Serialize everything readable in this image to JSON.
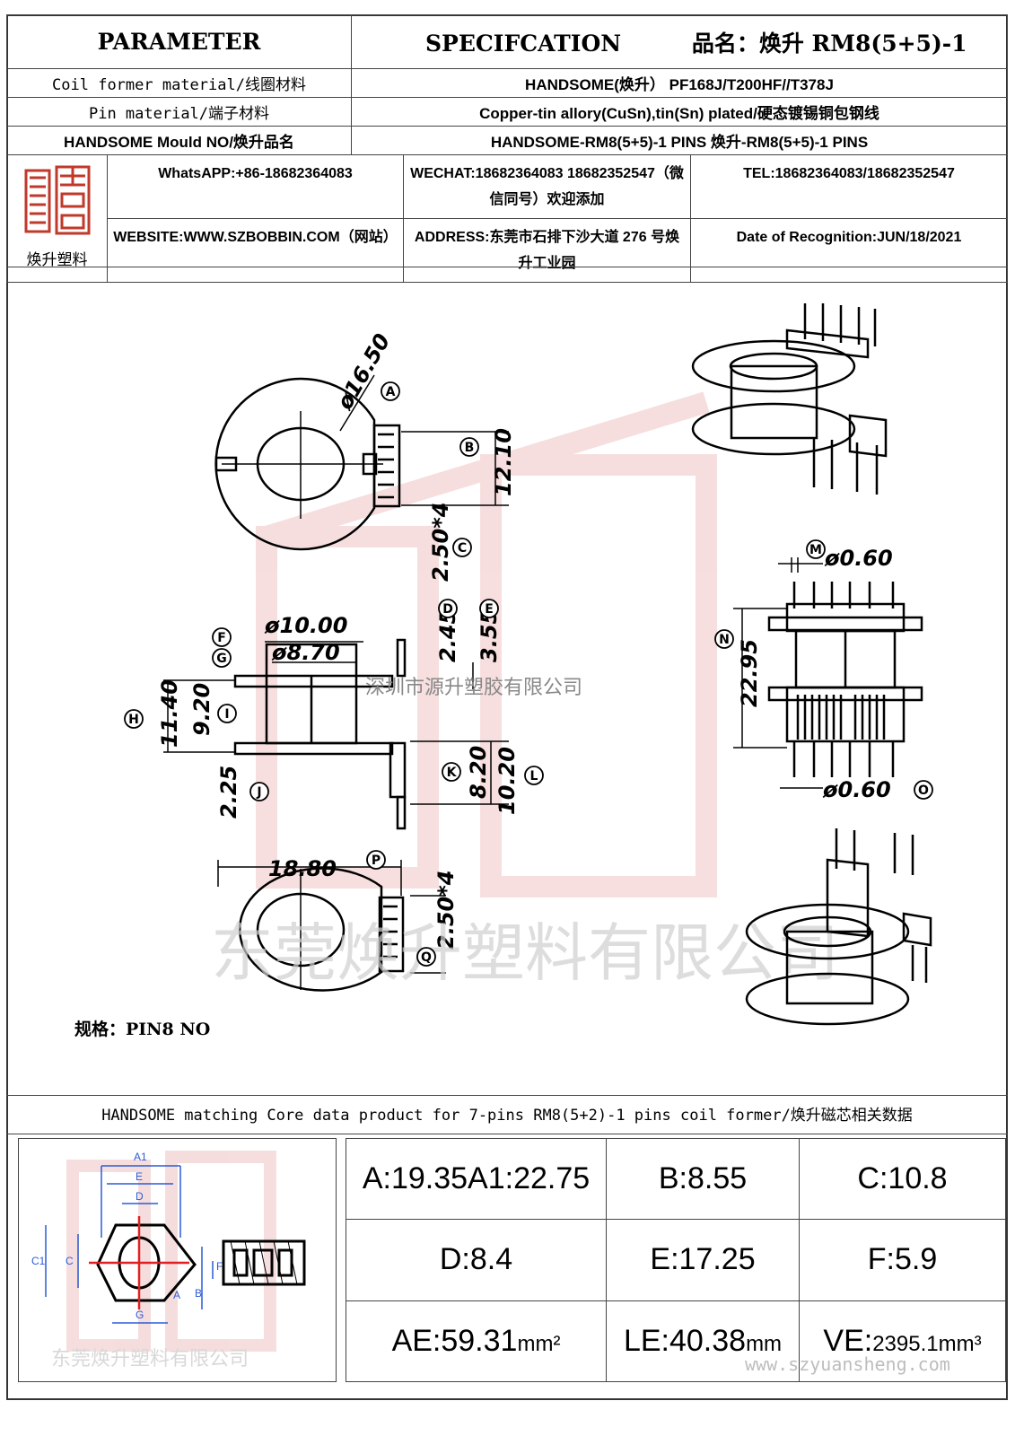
{
  "header": {
    "parameter": "PARAMETER",
    "specification": "SPECIFCATION",
    "product_name": "品名：焕升 RM8(5+5)-1"
  },
  "rows": [
    {
      "label": "Coil former material/线圈材料",
      "value": "HANDSOME(焕升）   PF168J/T200HF//T378J"
    },
    {
      "label": "Pin material/端子材料",
      "value": "Copper-tin allory(CuSn),tin(Sn) plated/硬态镀锡铜包钢线"
    },
    {
      "label": "HANDSOME Mould NO/焕升品名",
      "value": "HANDSOME-RM8(5+5)-1 PINS    焕升-RM8(5+5)-1 PINS"
    }
  ],
  "logo_caption": "焕升塑料",
  "contact": {
    "whatsapp": "WhatsAPP:+86-18682364083",
    "wechat": "WECHAT:18682364083 18682352547（微信同号）欢迎添加",
    "tel": "TEL:18682364083/18682352547",
    "website": "WEBSITE:WWW.SZBOBBIN.COM（网站）",
    "address": "ADDRESS:东莞市石排下沙大道 276 号焕升工业园",
    "date": "Date of Recognition:JUN/18/2021"
  },
  "drawing": {
    "dims": {
      "A": "ø16.50",
      "B": "12.10",
      "C": "2.50*4",
      "D": "2.45",
      "E": "3.55",
      "F": "ø10.00",
      "G": "ø8.70",
      "H": "11.40",
      "I": "9.20",
      "J": "2.25",
      "K": "8.20",
      "L": "10.20",
      "M": "ø0.60",
      "N": "22.95",
      "O": "ø0.60",
      "P": "18.80",
      "Q": "2.50*4"
    },
    "markers": [
      "A",
      "B",
      "C",
      "D",
      "E",
      "F",
      "G",
      "H",
      "I",
      "J",
      "K",
      "L",
      "M",
      "N",
      "O",
      "P",
      "Q"
    ],
    "spec_label": "规格：PIN8 NO",
    "watermark_small": "深圳市源升塑胶有限公司",
    "watermark_large": "东莞焕升塑料有限公司"
  },
  "core_title": "HANDSOME matching Core data  product for 7-pins RM8(5+2)-1 pins coil former/焕升磁芯相关数据",
  "core_figure": {
    "labels": [
      "A1",
      "E",
      "D",
      "C1",
      "C",
      "F",
      "B",
      "G",
      "A"
    ],
    "watermark": "东莞焕升塑料有限公司"
  },
  "core_data": [
    [
      "A:19.35A1:22.75",
      "B:8.55",
      "C:10.8"
    ],
    [
      "D:8.4",
      "E:17.25",
      "F:5.9"
    ]
  ],
  "core_units": {
    "ae_value": "AE:59.31",
    "ae_unit": "mm²",
    "le_value": "LE:40.38",
    "le_unit": "mm",
    "ve_value": "VE:",
    "ve_unit": "2395.1mm³"
  },
  "site_watermark": "www.szyuansheng.com",
  "colors": {
    "logo_red": "#c0392b",
    "dim_blue": "#2a5bd7",
    "core_red": "#e02020"
  }
}
